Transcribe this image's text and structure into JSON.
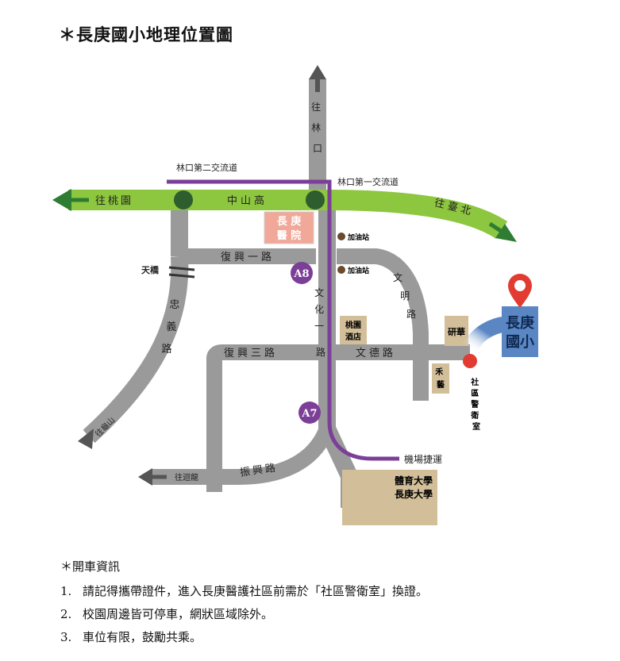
{
  "page": {
    "title": "＊長庚國小地理位置圖"
  },
  "map": {
    "roads": {
      "to_linkou": [
        "往",
        "林",
        "口"
      ],
      "to_taoyuan": "往桃園",
      "to_taipei": "往臺北",
      "zhongshan_highway": "中山高",
      "linkou_second_interchange": "林口第二交流道",
      "linkou_first_interchange": "林口第一交流道",
      "fuxing_1st_rd": "復興一路",
      "fuxing_3rd_rd": "復興三路",
      "wende_rd": "文德路",
      "wenhua_1st_rd": [
        "文",
        "化",
        "一",
        "路"
      ],
      "wenming_rd": [
        "文",
        "明",
        "路"
      ],
      "zhongyi_rd": [
        "忠",
        "義",
        "路"
      ],
      "zhenxing_rd": "振興路",
      "to_guishan": "往龜山",
      "to_huilong": "往迴龍",
      "airport_mrt": "機場捷運"
    },
    "places": {
      "hospital_line1": "長 庚",
      "hospital_line2": "醫 院",
      "gas_station_1": "加油站",
      "gas_station_2": "加油站",
      "skybridge": "天橋",
      "hotel_line1": "桃園",
      "hotel_line2": "酒店",
      "yanhua": "研華",
      "heyi": [
        "禾",
        "藝"
      ],
      "security_office": [
        "社",
        "區",
        "警",
        "衛",
        "室"
      ],
      "university_line1": "體育大學",
      "university_line2": "長庚大學",
      "school_line1": "長庚",
      "school_line2": "國小"
    },
    "stations": {
      "a8": "A8",
      "a7": "A7"
    },
    "colors": {
      "highway_green": "#8dc63f",
      "road_gray": "#9a9a9a",
      "mrt_purple": "#7b3f98",
      "interchange_green": "#2e5e2e",
      "hospital_box": "#f1a899",
      "building_tan": "#d2bf9a",
      "school_blue": "#5a86c4",
      "marker_red": "#e13b32"
    }
  },
  "driving_info": {
    "title": "＊開車資訊",
    "items": [
      {
        "num": "1.",
        "text": "請記得攜帶證件，進入長庚醫護社區前需於「社區警衛室」換證。"
      },
      {
        "num": "2.",
        "text": "校園周邊皆可停車，網狀區域除外。"
      },
      {
        "num": "3.",
        "text": "車位有限，鼓勵共乘。"
      }
    ]
  }
}
